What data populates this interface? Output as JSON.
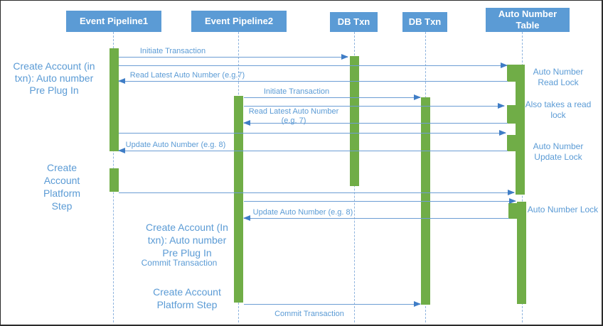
{
  "diagram_type": "uml-sequence-diagram",
  "colors": {
    "actor_fill": "#5B9BD5",
    "actor_text": "#FFFFFF",
    "activation_fill": "#70AD47",
    "message_line": "#6C9DD4",
    "arrowhead": "#3F7DC6",
    "label_text": "#5B9BD5",
    "lifeline": "#8FB4DE",
    "canvas_border": "#2B2B2B"
  },
  "actors": [
    {
      "label": "Event Pipeline1"
    },
    {
      "label": "Event Pipeline2"
    },
    {
      "label": "DB Txn"
    },
    {
      "label": "DB Txn"
    },
    {
      "label": "Auto Number Table"
    }
  ],
  "messages": {
    "initiate_transaction_1": "Initiate Transaction",
    "read_latest_auto_number_1": "Read Latest Auto Number (e.g.7)",
    "initiate_transaction_2": "Initiate Transaction",
    "read_latest_auto_number_2_line1": "Read Latest Auto Number",
    "read_latest_auto_number_2_line2": "(e.g. 7)",
    "update_auto_number_1": "Update Auto Number (e.g. 8)",
    "update_auto_number_2": "Update Auto Number (e.g. 8)",
    "commit_transaction_bottom": "Commit Transaction"
  },
  "notes": {
    "left_create_account_plugin": [
      "Create Account (in",
      "txn): Auto number",
      "Pre Plug In"
    ],
    "left_create_account_platform": [
      "Create",
      "Account",
      "Platform",
      "Step"
    ],
    "mid_create_account_plugin": [
      "Create Account (In",
      "txn): Auto number",
      "Pre Plug In"
    ],
    "mid_commit_transaction": "Commit Transaction",
    "mid_create_account_platform": [
      "Create Account",
      "Platform Step"
    ],
    "right_auto_number_read_lock": [
      "Auto Number",
      "Read Lock"
    ],
    "right_also_takes_read_lock": [
      "Also takes a read",
      "lock"
    ],
    "right_auto_number_update_lock": [
      "Auto Number",
      "Update Lock"
    ],
    "right_auto_number_lock": "Auto Number Lock"
  }
}
